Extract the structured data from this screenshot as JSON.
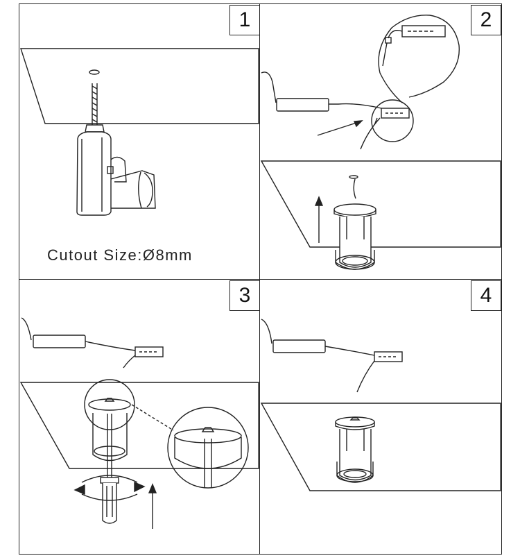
{
  "steps": [
    {
      "number": "1"
    },
    {
      "number": "2"
    },
    {
      "number": "3"
    },
    {
      "number": "4"
    }
  ],
  "step1": {
    "caption": "Cutout Size:Ø8mm"
  }
}
